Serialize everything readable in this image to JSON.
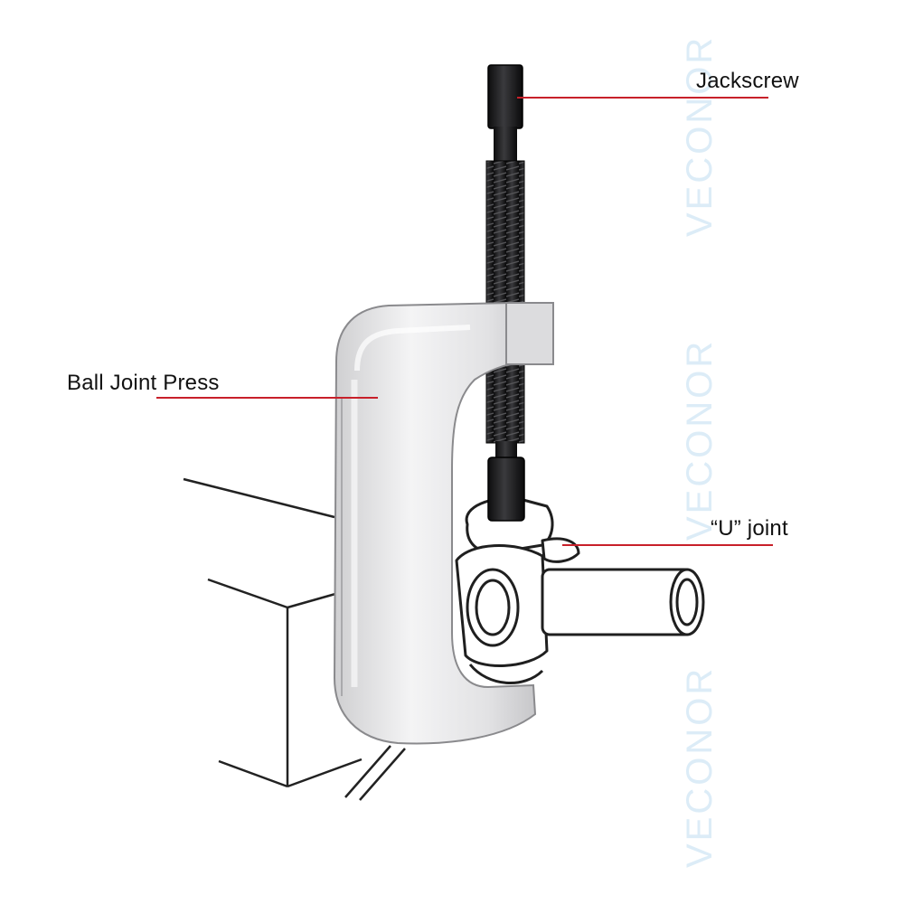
{
  "labels": {
    "jackscrew": "Jackscrew",
    "ball_joint_press": "Ball Joint Press",
    "u_joint": "“U” joint"
  },
  "watermark": {
    "text": "VECONOR",
    "color": "#d6e9f6"
  },
  "colors": {
    "leader_line": "#c8202a",
    "press_body": "#e9e9ea",
    "jackscrew": "#1c1c1e",
    "outline": "#222222"
  }
}
